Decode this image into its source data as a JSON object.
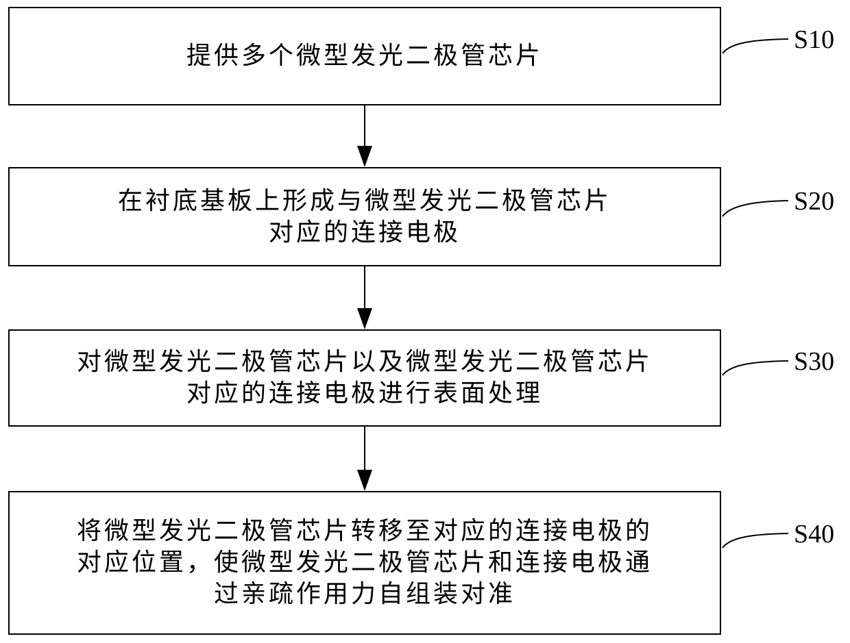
{
  "steps": [
    {
      "id": "S10",
      "label": "S10",
      "lines": [
        "提供多个微型发光二极管芯片"
      ]
    },
    {
      "id": "S20",
      "label": "S20",
      "lines": [
        "在衬底基板上形成与微型发光二极管芯片",
        "对应的连接电极"
      ]
    },
    {
      "id": "S30",
      "label": "S30",
      "lines": [
        "对微型发光二极管芯片以及微型发光二极管芯片",
        "对应的连接电极进行表面处理"
      ]
    },
    {
      "id": "S40",
      "label": "S40",
      "lines": [
        "将微型发光二极管芯片转移至对应的连接电极的",
        "对应位置，使微型发光二极管芯片和连接电极通",
        "过亲疏作用力自组装对准"
      ]
    }
  ]
}
